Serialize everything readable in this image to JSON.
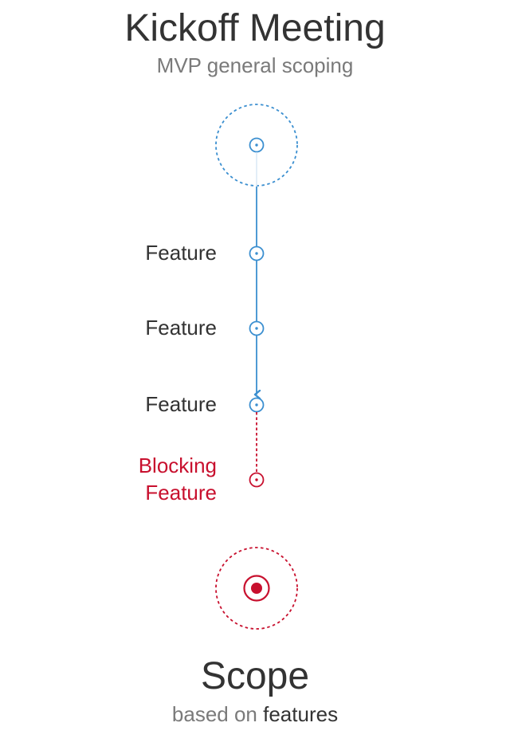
{
  "header": {
    "title": "Kickoff Meeting",
    "subtitle": "MVP general scoping"
  },
  "steps": [
    {
      "label": "Feature",
      "type": "feature"
    },
    {
      "label": "Feature",
      "type": "feature"
    },
    {
      "label": "Feature",
      "type": "feature"
    },
    {
      "label_line1": "Blocking",
      "label_line2": "Feature",
      "type": "blocking"
    }
  ],
  "footer": {
    "title": "Scope",
    "caption_prefix": "based on",
    "caption_strong": "features"
  },
  "colors": {
    "feature": "#3b8fd0",
    "blocking": "#c8102e",
    "text_dark": "#333333",
    "text_muted": "#7a7a7a"
  },
  "icons": {
    "start": "start-node-icon",
    "feature": "feature-node-icon",
    "blocking": "blocking-node-icon",
    "scope": "scope-target-icon"
  }
}
